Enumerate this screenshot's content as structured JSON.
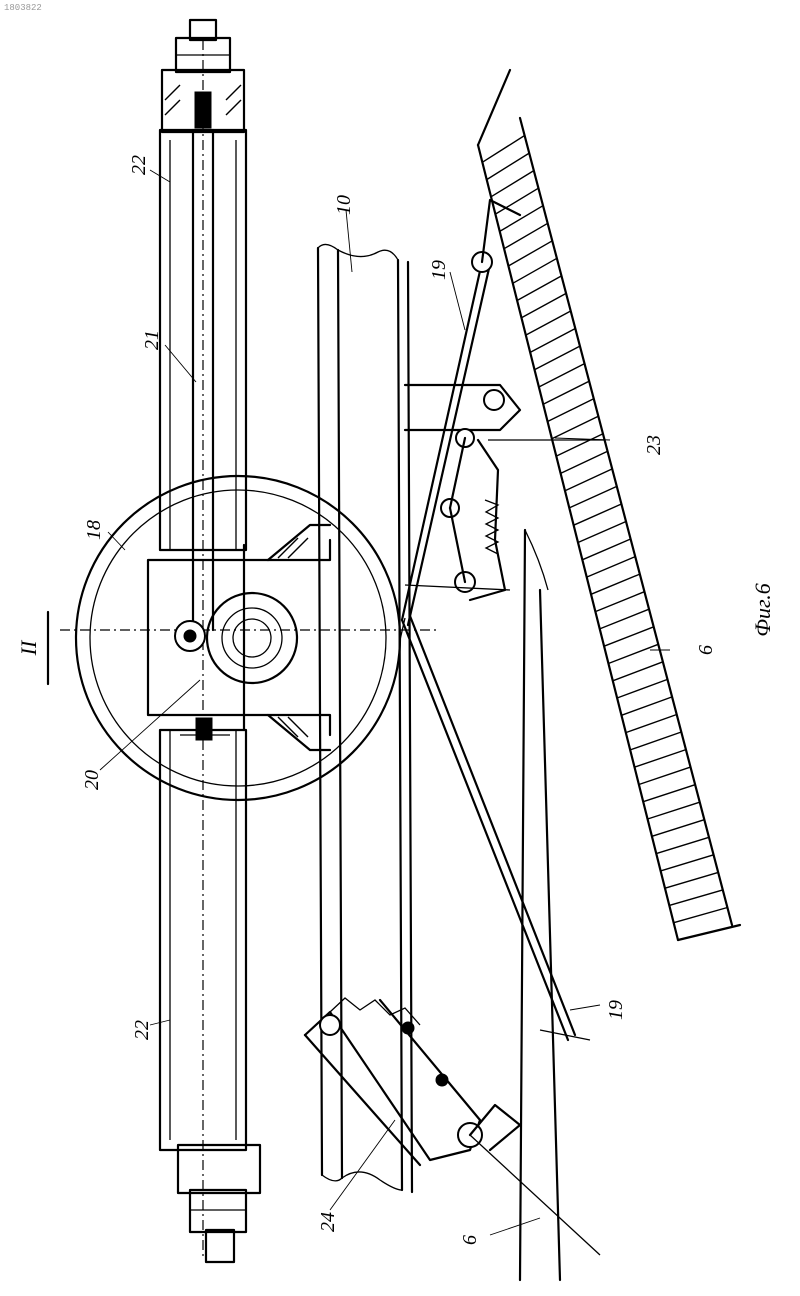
{
  "document": {
    "doc_number": "1803822",
    "section_mark": "II",
    "figure_caption": "Фиг.6"
  },
  "labels": {
    "l22_top": "22",
    "l21": "21",
    "l10": "10",
    "l19_top": "19",
    "l18": "18",
    "l23": "23",
    "l6_right": "6",
    "l20": "20",
    "l22_bottom": "22",
    "l19_bottom": "19",
    "l24": "24",
    "l6_bottom": "6"
  }
}
